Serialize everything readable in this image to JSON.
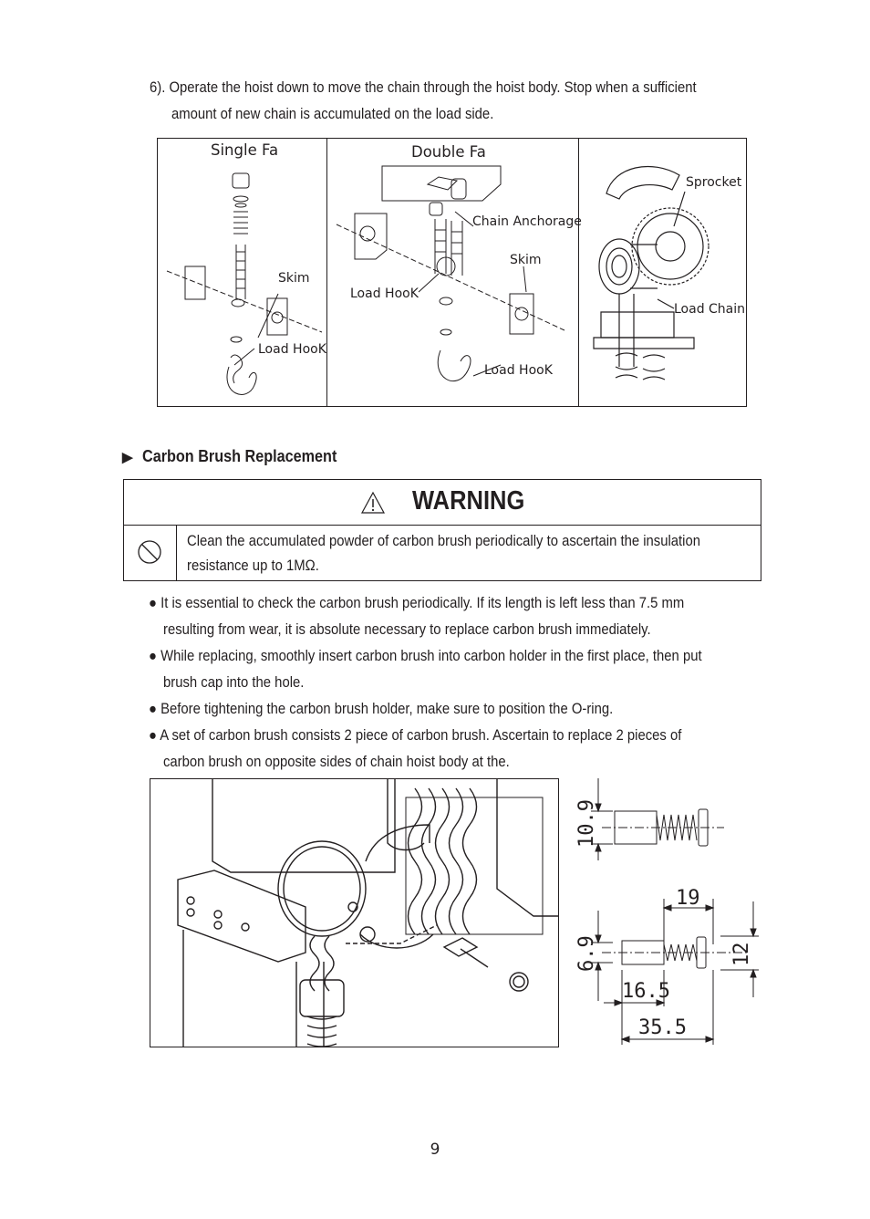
{
  "step6": {
    "line1": "6). Operate the hoist down to move the chain through the hoist body. Stop when a sufficient",
    "line2": "amount of new chain is accumulated on the load side."
  },
  "figure1": {
    "panel_single": {
      "title": "Single Fa",
      "labels": {
        "skim": "Skim",
        "load_hook": "Load HooK"
      }
    },
    "panel_double": {
      "title": "Double Fa",
      "labels": {
        "chain_anchorage": "Chain Anchorage",
        "skim": "Skim",
        "load_hook_left": "Load HooK",
        "load_hook_bottom": "Load HooK"
      }
    },
    "panel_sprocket": {
      "labels": {
        "sprocket": "Sprocket",
        "load_chain": "Load Chain"
      }
    }
  },
  "section": {
    "marker": "▶",
    "title": "Carbon Brush Replacement"
  },
  "warning": {
    "icon": "warning-triangle-icon",
    "title": "WARNING",
    "prohibition_icon": "prohibition-icon",
    "text_line1": "Clean the accumulated powder of carbon brush periodically to ascertain the insulation",
    "text_line2": "resistance up to 1MΩ."
  },
  "bullets": [
    {
      "line1": "● It is essential to check the carbon brush periodically. If its length is left less than 7.5 mm",
      "line2": "resulting from wear, it is absolute necessary to replace carbon brush immediately."
    },
    {
      "line1": "● While replacing, smoothly insert carbon brush into carbon holder in the first place, then put",
      "line2": "brush cap into the hole."
    },
    {
      "line1": "● Before tightening the carbon brush holder, make sure to position the O-ring.",
      "line2": ""
    },
    {
      "line1": "● A set of carbon brush consists 2 piece of carbon brush. Ascertain to replace 2 pieces of",
      "line2": "carbon brush on opposite sides of chain hoist body at the."
    }
  ],
  "dimensions": {
    "brush_height": "10.9",
    "brush_length": "19",
    "spring_dia": "6.9",
    "cap_dia": "12",
    "body_length": "16.5",
    "total_length": "35.5"
  },
  "page_number": "9"
}
